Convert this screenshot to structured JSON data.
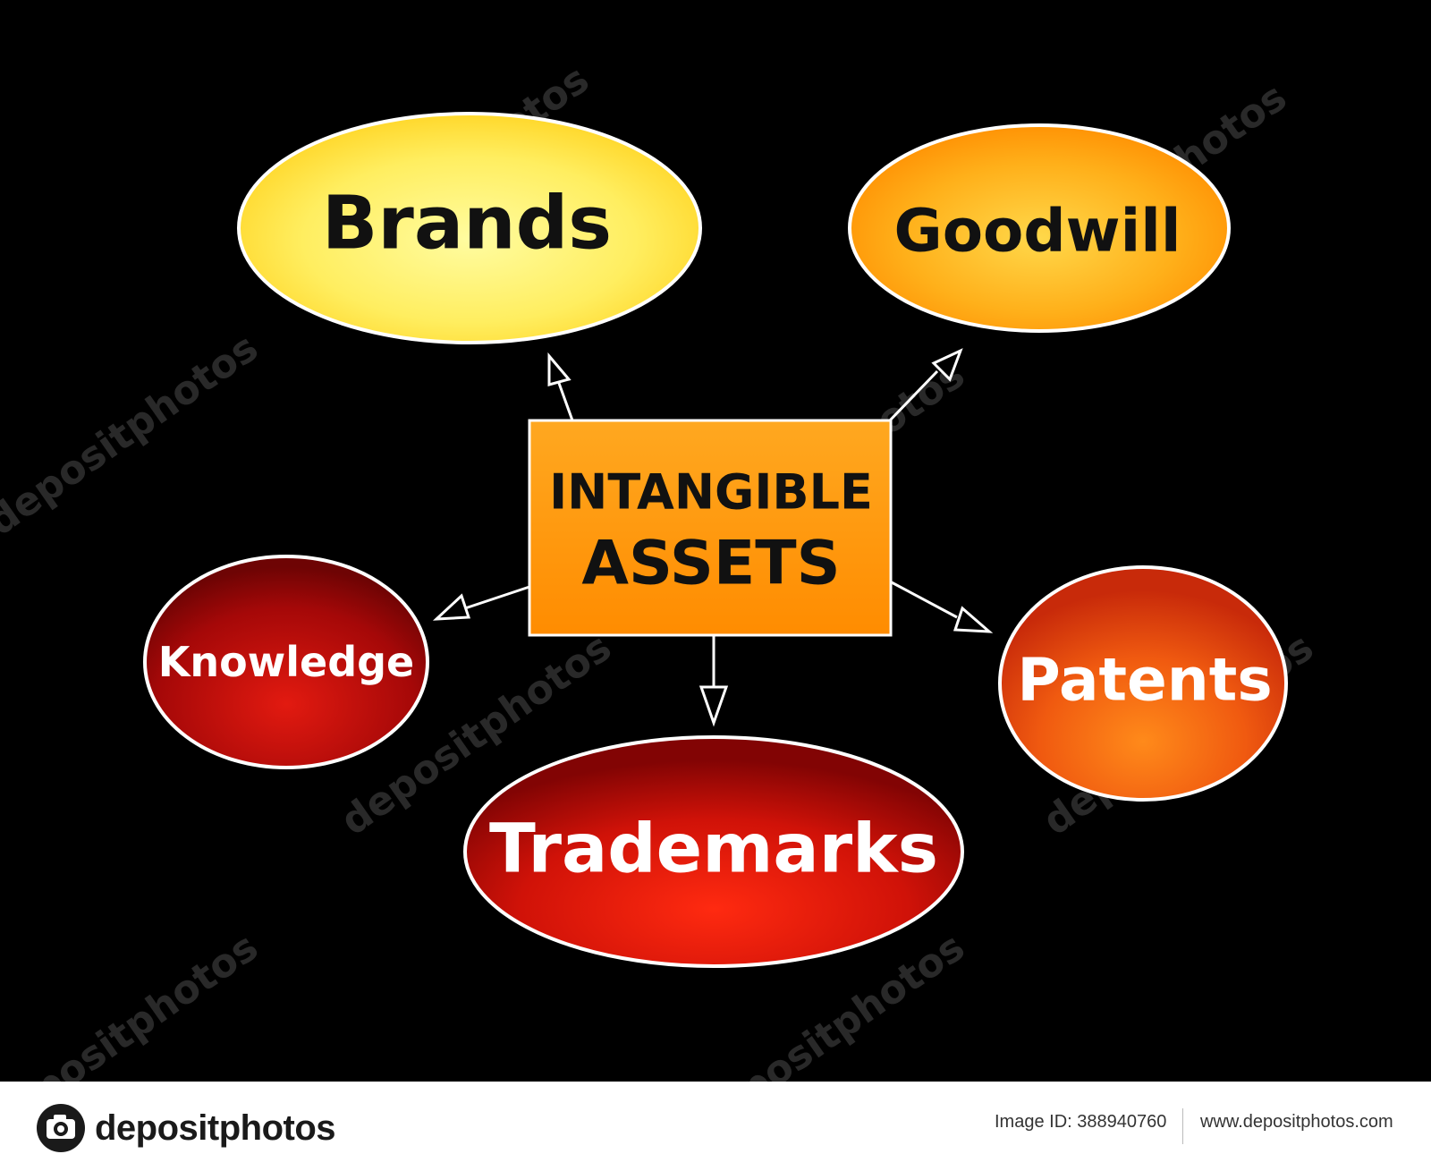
{
  "diagram": {
    "center": {
      "line1": "INTANGIBLE",
      "line2": "ASSETS"
    },
    "nodes": {
      "brands": "Brands",
      "goodwill": "Goodwill",
      "knowledge": "Knowledge",
      "patents": "Patents",
      "trademarks": "Trademarks"
    }
  },
  "watermark": {
    "text": "depositphotos"
  },
  "footer": {
    "logo_text": "depositphotos",
    "image_id": "Image ID: 388940760",
    "site_url": "www.depositphotos.com"
  }
}
